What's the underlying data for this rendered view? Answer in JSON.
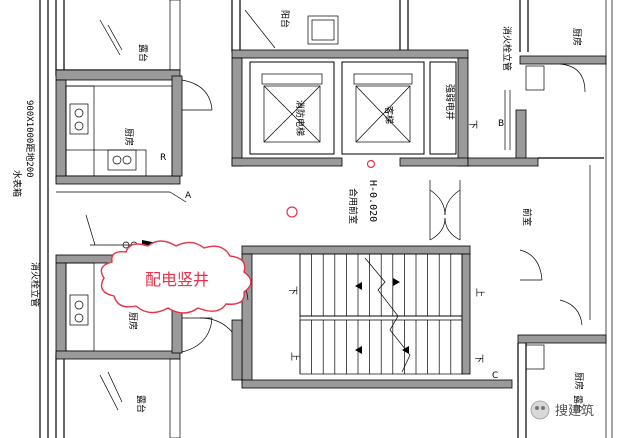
{
  "labels": {
    "balcony_tl": "露台",
    "balcony_top_mid": "阳台",
    "kitchen_tl": "厨房",
    "kitchen_tr": "厨房",
    "kitchen_bl": "厨房",
    "kitchen_br": "厨房",
    "balcony_bl": "露台",
    "balcony_br": "露台",
    "fire_elevator": "消防电梯",
    "elevator": "客梯",
    "weak_current_shaft": "强弱电井",
    "shared_lobby": "合用前室",
    "level": "H-0.020",
    "lobby": "前室",
    "hydrant_riser_left": "消火栓立管",
    "hydrant_riser_right": "消火栓立管",
    "water_meter": "水表箱",
    "water_meter_spec": "900X1000距地200",
    "mark_A": "A",
    "mark_B": "B",
    "mark_C": "C",
    "mark_R": "R",
    "stair_up_1": "上",
    "stair_up_2": "上",
    "stair_down_1": "下",
    "stair_down_2": "下",
    "stair_down_3": "下"
  },
  "callout": {
    "text": "配电竖井",
    "color": "#e8334a"
  },
  "watermark": "搜建筑",
  "colors": {
    "line": "#000000",
    "wall_fill": "#9a9a9a",
    "marker": "#e8334a"
  }
}
